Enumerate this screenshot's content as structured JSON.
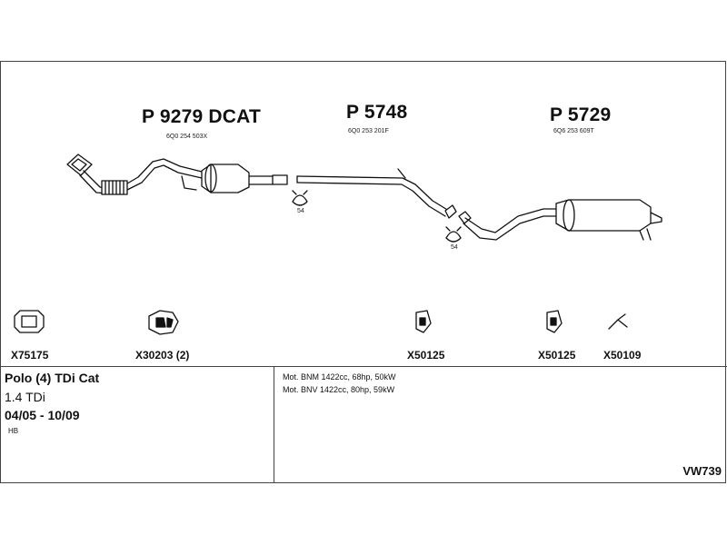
{
  "parts": [
    {
      "number": "P 9279 DCAT",
      "oe": "6Q0 254 503X"
    },
    {
      "number": "P 5748",
      "oe": "6Q0 253 201F"
    },
    {
      "number": "P 5729",
      "oe": "6Q6 253 609T"
    }
  ],
  "clamps": [
    {
      "label": "54"
    },
    {
      "label": "54"
    }
  ],
  "accessories": [
    {
      "code": "X75175"
    },
    {
      "code": "X30203 (2)"
    },
    {
      "code": "X50125"
    },
    {
      "code": "X50125"
    },
    {
      "code": "X50109"
    }
  ],
  "vehicle": {
    "model": "Polo (4) TDi Cat",
    "engine": "1.4 TDi",
    "years": "04/05 - 10/09",
    "body": "HB"
  },
  "engines": [
    "Mot. BNM 1422cc, 68hp, 50kW",
    "Mot. BNV 1422cc, 80hp, 59kW"
  ],
  "reference": "VW739"
}
